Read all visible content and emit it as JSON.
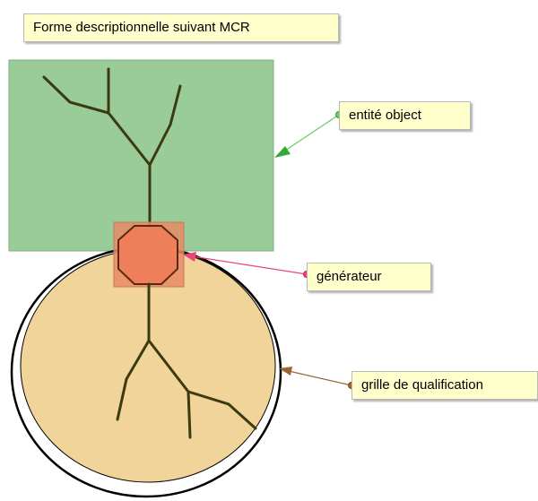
{
  "title": "Forme descriptionnelle suivant MCR",
  "callouts": {
    "entite": {
      "label": "entité object"
    },
    "generateur": {
      "label": "générateur"
    },
    "grille": {
      "label": "grille de qualification"
    }
  },
  "colors": {
    "entity_fill": "#99cc99",
    "grid_fill": "#f0d49a",
    "generator_fill": "#e8845e",
    "tree_stroke": "#3b3a10",
    "label_bg": "#ffffcc",
    "arrow_entite": "#66cc66",
    "arrow_generateur": "#ee4477",
    "arrow_grille": "#996633"
  }
}
